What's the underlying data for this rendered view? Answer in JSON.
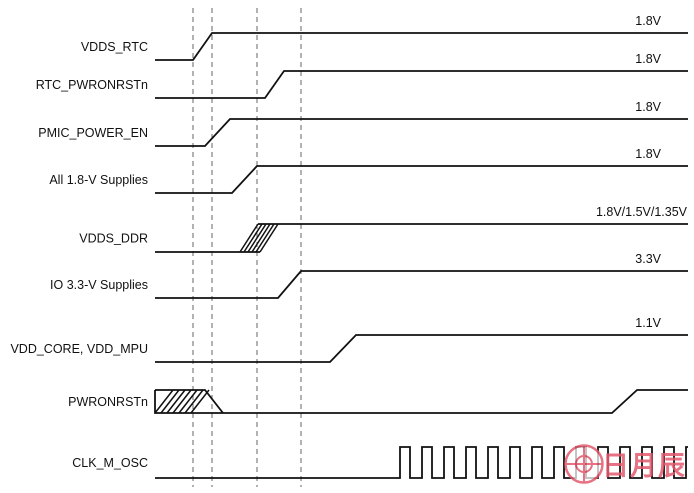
{
  "diagram": {
    "signals": [
      {
        "label": "VDDS_RTC",
        "voltage": "1.8V",
        "type": "step",
        "rise_start": 193,
        "rise_end": 212
      },
      {
        "label": "RTC_PWRONRSTn",
        "voltage": "1.8V",
        "type": "step",
        "rise_start": 265,
        "rise_end": 284
      },
      {
        "label": "PMIC_POWER_EN",
        "voltage": "1.8V",
        "type": "step",
        "rise_start": 205,
        "rise_end": 230
      },
      {
        "label": "All 1.8-V Supplies",
        "voltage": "1.8V",
        "type": "step",
        "rise_start": 232,
        "rise_end": 257
      },
      {
        "label": "VDDS_DDR",
        "voltage": "1.8V/1.5V/1.35V",
        "type": "step_hatched",
        "hatch_start": 240,
        "hatch_end": 278
      },
      {
        "label": "IO 3.3-V Supplies",
        "voltage": "3.3V",
        "type": "step",
        "rise_start": 278,
        "rise_end": 301
      },
      {
        "label": "VDD_CORE, VDD_MPU",
        "voltage": "1.1V",
        "type": "step",
        "rise_start": 330,
        "rise_end": 356
      },
      {
        "label": "PWRONRSTn",
        "voltage": "",
        "type": "undef_low_rise",
        "undef_end": 205,
        "fall_end": 223,
        "rise_start": 612,
        "rise_end": 637
      },
      {
        "label": "CLK_M_OSC",
        "voltage": "",
        "type": "clock",
        "clock_start": 400,
        "period": 22,
        "high_width": 10
      }
    ],
    "dashed_lines_x": [
      193,
      212,
      257,
      301
    ],
    "colors": {
      "signal": "#111111",
      "dashed": "#666666",
      "watermark": "#e25a6e"
    },
    "watermark": {
      "text": "日月辰"
    }
  }
}
